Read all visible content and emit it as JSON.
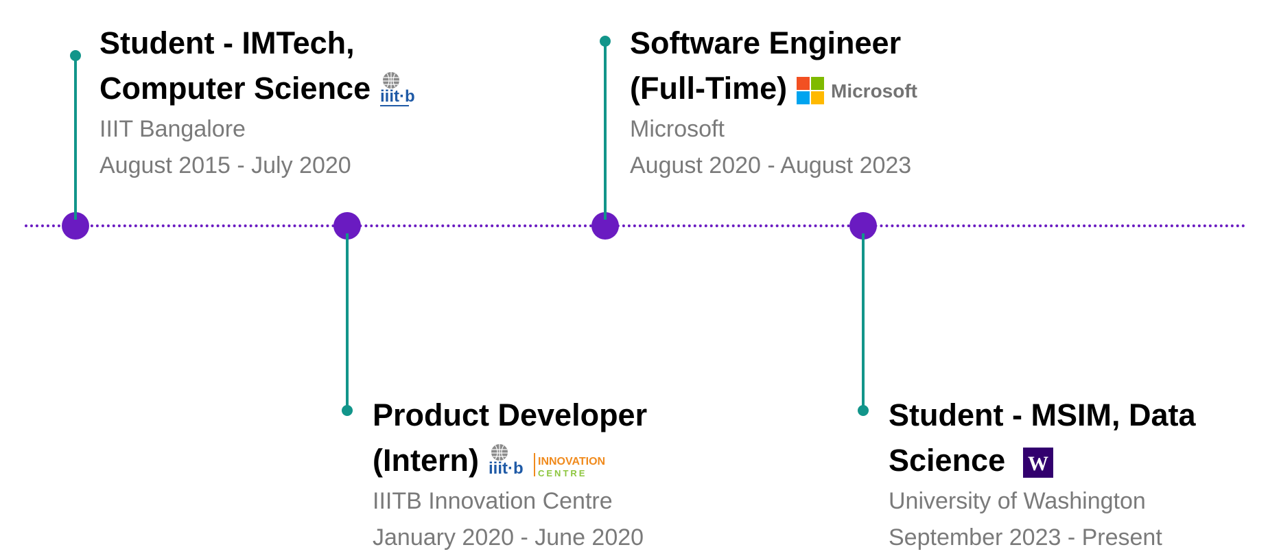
{
  "timeline": {
    "entries": [
      {
        "title_line1": "Student - IMTech,",
        "title_line2": "Computer Science",
        "organization": "IIIT Bangalore",
        "dates": "August 2015 - July 2020",
        "logo": "iiitb-logo",
        "logo_text": "iiit·b"
      },
      {
        "title_line1": "Product Developer",
        "title_line2": "(Intern)",
        "organization": "IIITB Innovation Centre",
        "dates": "January 2020 - June 2020",
        "logo": "iiitb-innovation-centre-logo",
        "logo_text": "iiit·b",
        "logo_text2": "INNOVATION",
        "logo_text3": "CENTRE"
      },
      {
        "title_line1": "Software Engineer",
        "title_line2": "(Full-Time)",
        "organization": "Microsoft",
        "dates": "August 2020 - August 2023",
        "logo": "microsoft-logo",
        "logo_text": "Microsoft"
      },
      {
        "title_line1": "Student - MSIM, Data",
        "title_line2": "Science",
        "organization": "University of Washington",
        "dates": "September 2023 - Present",
        "logo": "uw-logo",
        "logo_text": "W"
      }
    ]
  },
  "colors": {
    "node": "#6a1bc1",
    "stem": "#12958a",
    "title": "#000000",
    "meta": "#7a7a7a",
    "iiitb_blue": "#1f5aa6",
    "innovation_orange": "#f08a1c",
    "innovation_green": "#8dc63f",
    "ms_red": "#f25022",
    "ms_green": "#7fba00",
    "ms_blue": "#00a4ef",
    "ms_yellow": "#ffb900",
    "uw_purple": "#32006e"
  }
}
